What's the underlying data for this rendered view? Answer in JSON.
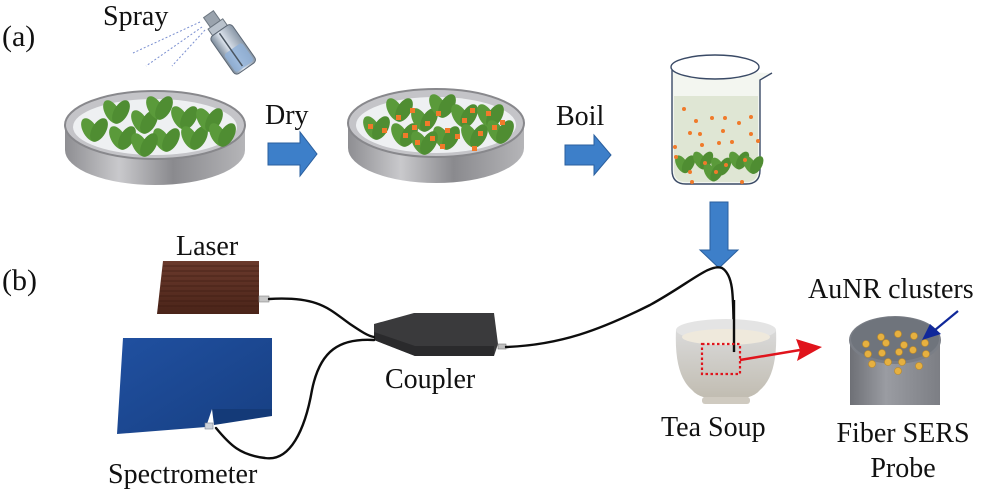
{
  "figure": {
    "panel_a": {
      "label": "(a)",
      "steps": [
        {
          "id": "spray",
          "label": "Spray"
        },
        {
          "id": "dry",
          "label": "Dry"
        },
        {
          "id": "boil",
          "label": "Boil"
        }
      ]
    },
    "panel_b": {
      "label": "(b)",
      "devices": {
        "laser": "Laser",
        "spectrometer": "Spectrometer",
        "coupler": "Coupler",
        "tea_soup": "Tea Soup",
        "probe_line1": "Fiber SERS",
        "probe_line2": "Probe",
        "clusters": "AuNR clusters"
      }
    },
    "colors": {
      "arrow_blue": "#3d7fc9",
      "leaf_green": "#5a9a3a",
      "nanoparticle_orange": "#f07a2a",
      "dish_gray": "#9a9a9e",
      "laser_brown": "#5a2e22",
      "spectrometer_blue": "#1d4b94",
      "coupler_dark": "#3a3a3c",
      "highlight_red": "#e0141c",
      "pointer_navy": "#10289a",
      "gold_cluster": "#e6b040"
    }
  }
}
